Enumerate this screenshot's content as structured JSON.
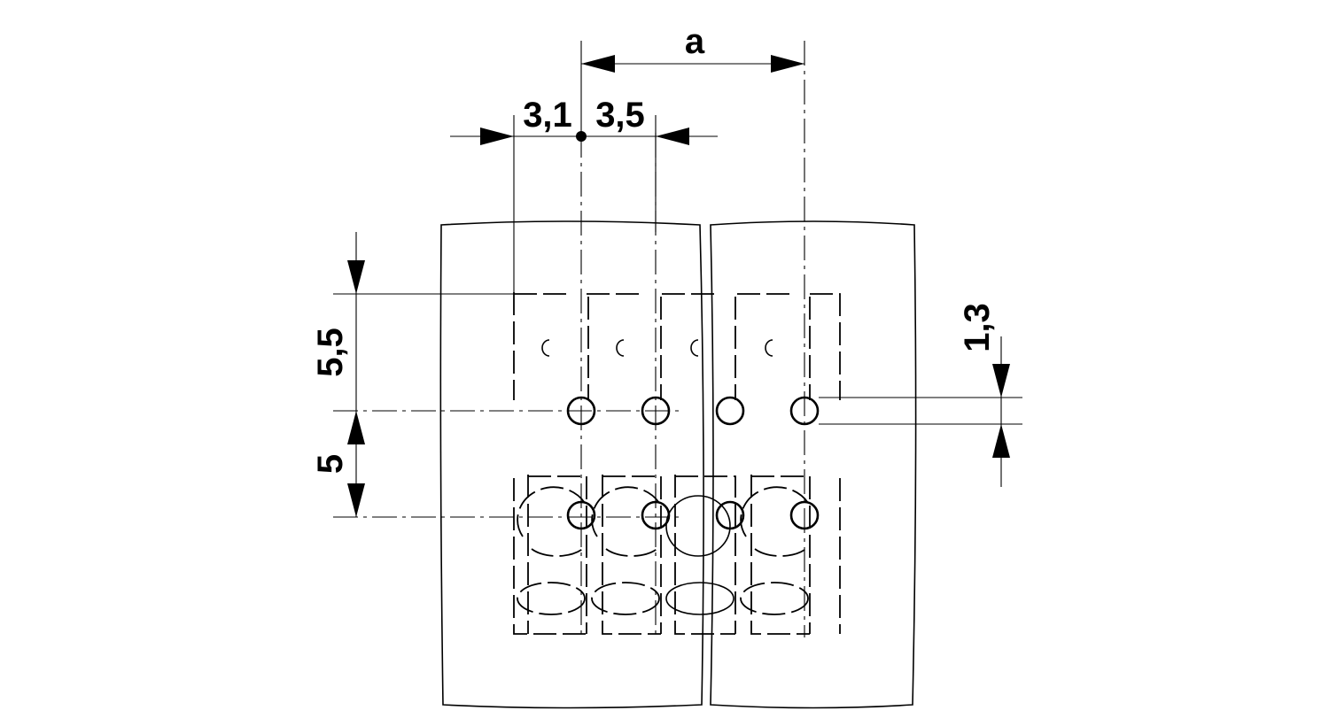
{
  "drawing": {
    "labels": {
      "pitch": "a",
      "left_offset": "3,1",
      "right_offset": "3,5",
      "upper_row_spacing": "5,5",
      "lower_row_spacing": "5",
      "hole_diameter": "1,3"
    }
  }
}
